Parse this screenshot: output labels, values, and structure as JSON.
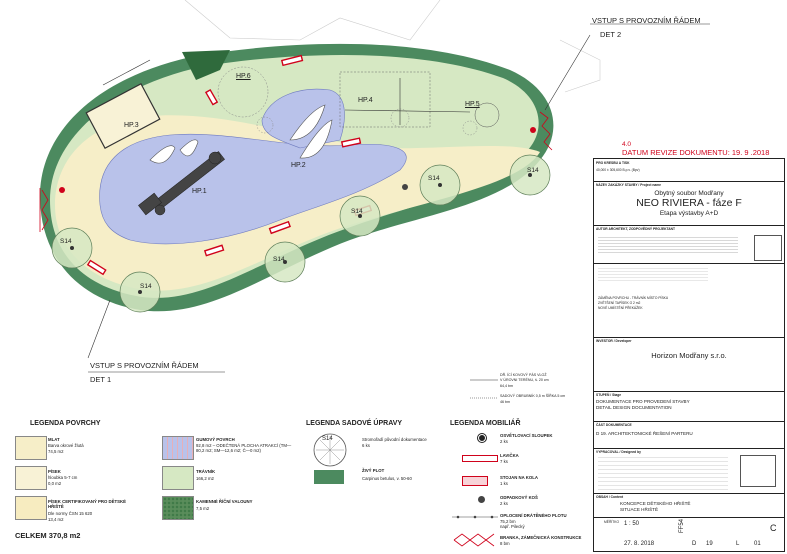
{
  "plan": {
    "zones": [
      "HP.1",
      "HP.2",
      "HP.3",
      "HP.4",
      "HP.5",
      "HP.6"
    ],
    "trees": [
      "S14",
      "S14",
      "S14",
      "S14",
      "S14",
      "S14"
    ],
    "entrance_1": [
      "VSTUP S PROVOZNÍM ŘÁDEM",
      "DET 1"
    ],
    "entrance_2": [
      "VSTUP S PROVOZNÍM ŘÁDEM",
      "DET 2"
    ],
    "notes": {
      "border": [
        "DŘ. ÍCÍ KOVOVÝ PÁS VLOŽ",
        "V ÚROVNI TERÉNU, š. 20 cm",
        "64,4 bm"
      ],
      "curb": [
        "SADOVÝ OBRUBNÍK 0,5 m ŠÍŘKA 5 cm",
        "46 bm"
      ]
    }
  },
  "revision": {
    "number": "4.0",
    "label": "DATUM REVIZE DOKUMENTU: 19. 9 .2018"
  },
  "legend_surface": {
    "title": "LEGENDA POVRCHY",
    "items": [
      {
        "name": "MLAT",
        "desc": "Barva okrové žlutá",
        "area": "74,5 m2",
        "color": "#f6eec8"
      },
      {
        "name": "PÍSEK",
        "desc": "hloubka 5-7 cm",
        "area": "0,0 m2",
        "color": "#f8f2d6"
      },
      {
        "name": "PÍSEK CERTIFIKOVANÝ PRO DĚTSKÉ HŘIŠTĚ",
        "desc": "Dle normy ČSN 15 620",
        "area": "13,4 m2",
        "color": "#f7ecc0"
      },
      {
        "name": "GUMOVÝ POVRCH",
        "desc": "92,8 m2 – ODEČTENÁ PLOCHA ATRAKCÍ (TM—80,2 m2; SM—12,6 m2; Č—0 m2)",
        "area": "",
        "color": "#b9c2ea"
      },
      {
        "name": "TRÁVNÍK",
        "desc": "",
        "area": "166,2 m2",
        "color": "#d6e8c3"
      },
      {
        "name": "KAMENNÉ ŘÍČNÍ VALOUNY",
        "desc": "",
        "area": "7,5 m2",
        "color": "#5a8d5b"
      }
    ],
    "total": "CELKEM 370,8 m2"
  },
  "legend_planting": {
    "title": "LEGENDA SADOVÉ ÚPRAVY",
    "tree_code": "S14",
    "tree_desc": "Stromořadí původní dokumentace",
    "tree_count": "6 ks",
    "hedge_name": "ŽIVÝ PLOT",
    "hedge_desc": "Carpinus betulus, v. 50-60"
  },
  "legend_furniture": {
    "title": "LEGENDA MOBILIÁŘ",
    "items": [
      {
        "name": "OSVĚTLOVACÍ SLOUPEK",
        "count": "2 ks"
      },
      {
        "name": "LAVIČKA",
        "count": "7 ks"
      },
      {
        "name": "STOJAN NA KOLA",
        "count": "1 ks"
      },
      {
        "name": "ODPADKOVÝ KOŠ",
        "count": "2 ks"
      },
      {
        "name": "OPLOCENÍ DRÁTĚNÉHO PLOTU",
        "count": "75,2 bm",
        "extra": "např. Pilecký"
      },
      {
        "name": "BRANKA, ZÁMEČNICKÁ KONSTRUKCE",
        "count": "8 bm"
      }
    ]
  },
  "title_block": {
    "project_line1": "Obytný soubor Modřany",
    "project_name": "NEO RIVIERA - fáze F",
    "project_stage": "Etapa výstavby A+D",
    "caption_design": "PRO KRESBU A TISK",
    "caption_project": "NÁZEV ZAKÁZKY STAVBY / Project name",
    "caption_architect": "AUTOR ARCHITEKT, ZODPOVĚDNÝ PROJEKTANT",
    "caption_investor": "INVESTOR / Developer",
    "investor": "Horizon Modřany s.r.o.",
    "caption_stage": "STUPEŇ / Stage",
    "stage_line1": "DOKUMENTACE PRO PROVEDENÍ STAVBY",
    "stage_line2": "DETAIL DESIGN DOCUMENTATION",
    "caption_part": "ČÁST DOKUMENTACE",
    "part": "D 19. ARCHITEKTONICKÉ ŘEŠENÍ PARTERU",
    "caption_drawn": "VYPRACOVAL / Designed by",
    "caption_name": "OBSAH / Content",
    "drawing_line1": "KONCEPCE DĚTSKÉHO HŘIŠTĚ",
    "drawing_line2": "SITUACE HŘIŠTĚ",
    "scale_caption": "MĚŘÍTKO",
    "scale": "1 : 50",
    "format": "FF54",
    "date": "27. 8. 2018",
    "code_part": "D",
    "code_num": "19",
    "code_l": "L",
    "code_sheet": "01",
    "code_rev": "C",
    "revisions": [
      "ZÁMĚNA POVRCHU - TRÁVNÍK MÍSTO PÍSKU",
      "ZVĚTŠENÍ TAPÍSEK O 2 m2",
      "NOVÉ UMÍSTĚNÍ PŘEKÁŽEK"
    ],
    "header_small": "40,000 ± 305,600 B.p.v. (Bpv)"
  },
  "colors": {
    "hedge": "#4c8a5f",
    "lawn": "#d6e8c3",
    "sand": "#f6eec8",
    "rubber": "#b9c2ea",
    "accent_red": "#d0021b"
  }
}
